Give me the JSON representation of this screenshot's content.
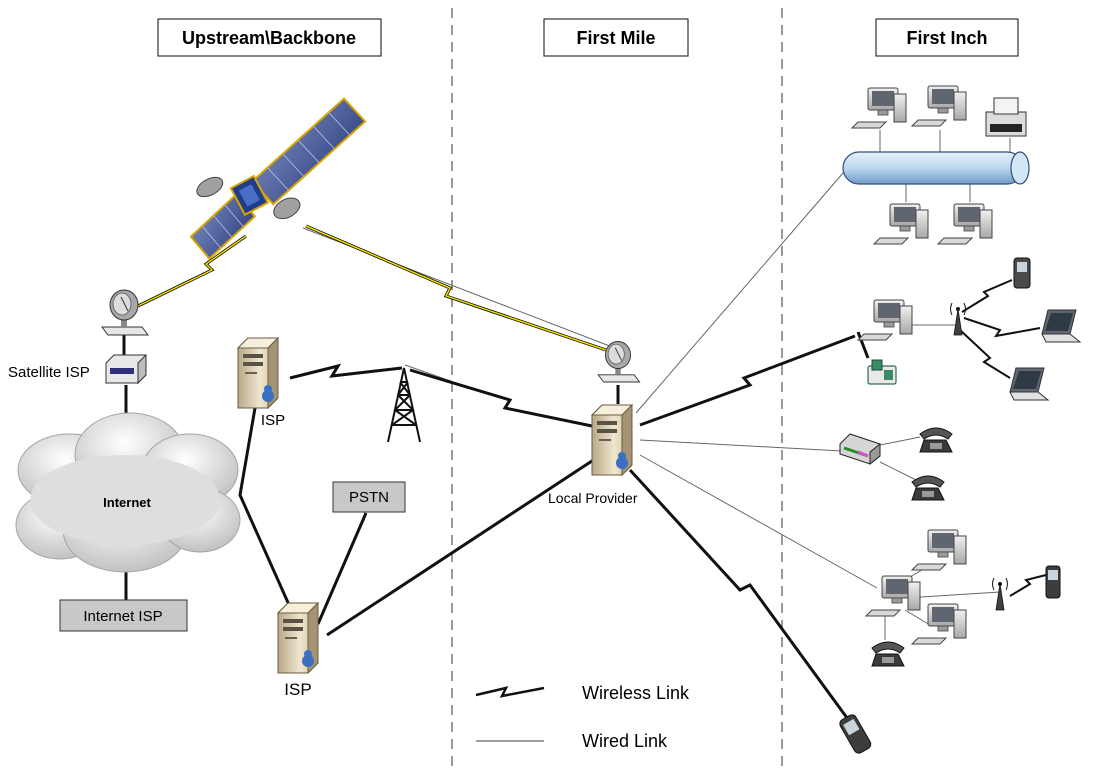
{
  "sections": {
    "upstream": "Upstream\\Backbone",
    "first_mile": "First Mile",
    "first_inch": "First Inch"
  },
  "labels": {
    "satellite_isp": "Satellite ISP",
    "internet": "Internet",
    "internet_isp": "Internet ISP",
    "isp_top": "ISP",
    "isp_bottom": "ISP",
    "pstn": "PSTN",
    "local_provider": "Local Provider"
  },
  "legend": {
    "wireless": "Wireless Link",
    "wired": "Wired Link"
  },
  "colors": {
    "box_gray": "#c8c8c8",
    "satellite_panel": "#2f4a8a",
    "satellite_gold": "#d8a400",
    "bus_blue": "#bcd6ee",
    "wireless_yellow": "#f1e000"
  }
}
